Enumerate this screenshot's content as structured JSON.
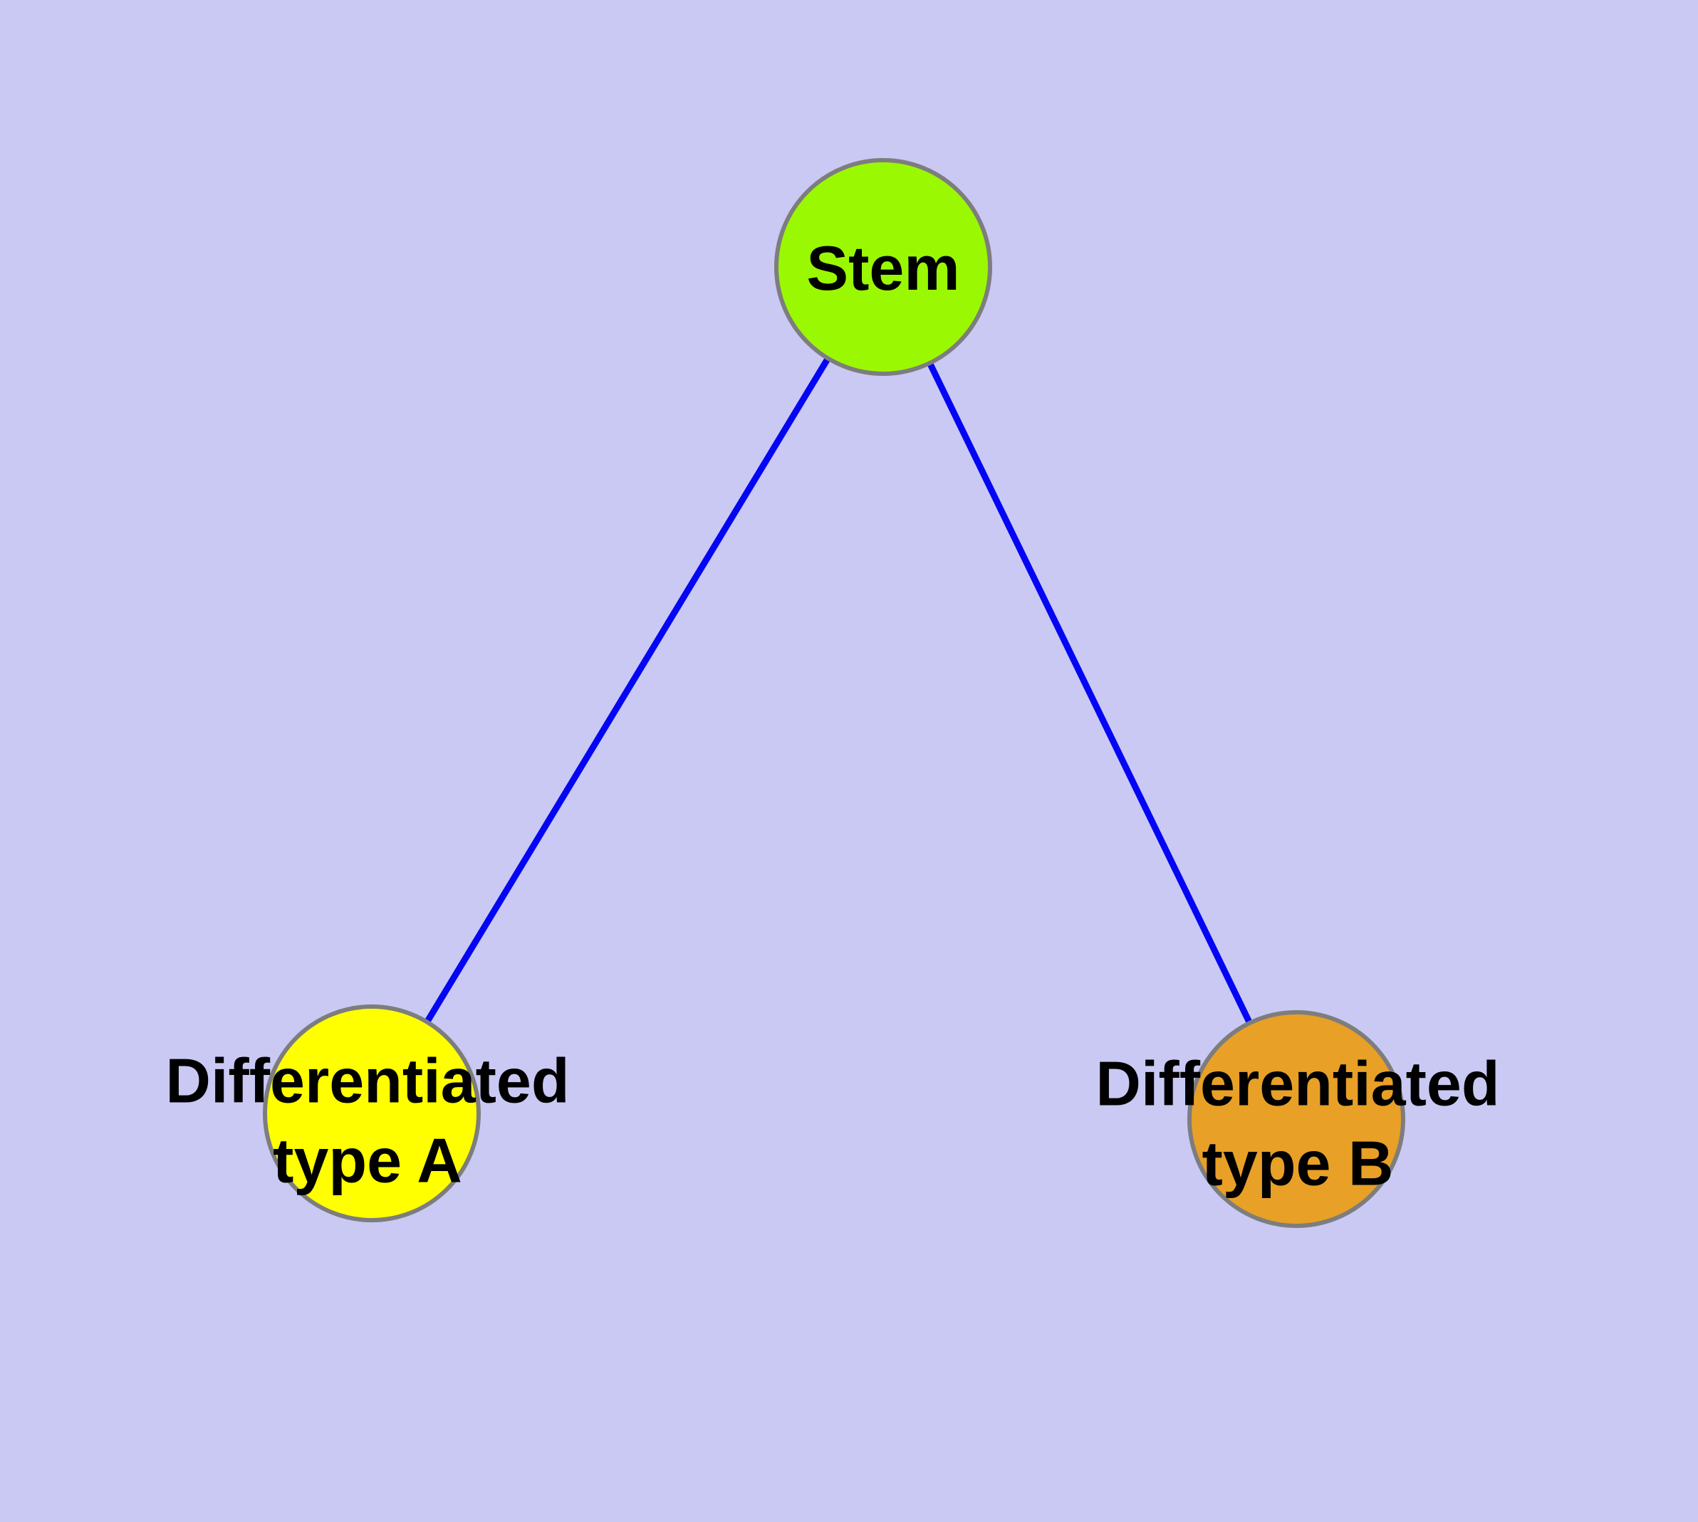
{
  "diagram": {
    "background_color": "#C9C9F4",
    "edge_color": "#0505F5",
    "node_stroke_color": "#7D7D7D",
    "text_color": "#000000",
    "nodes": [
      {
        "id": "stem",
        "label": "Stem",
        "fill": "#9AF902"
      },
      {
        "id": "type-a",
        "label": "Differentiated\ntype A",
        "fill": "#FFFF00"
      },
      {
        "id": "type-b",
        "label": "Differentiated\ntype B",
        "fill": "#E8A026"
      }
    ],
    "edges": [
      {
        "from": "stem",
        "to": "type-a"
      },
      {
        "from": "stem",
        "to": "type-b"
      }
    ]
  }
}
